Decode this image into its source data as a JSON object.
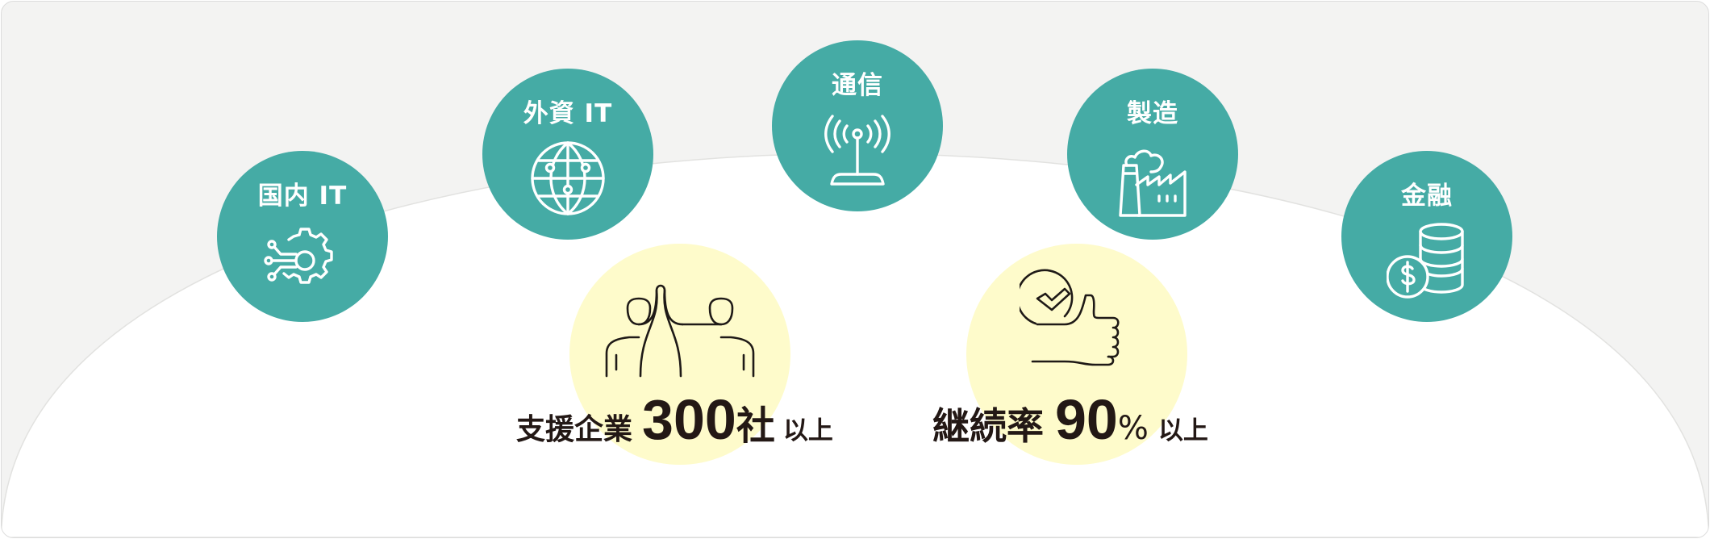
{
  "colors": {
    "background": "#f3f3f2",
    "arc": "#ffffff",
    "teal": "#45aba5",
    "yellow": "#fefbcb",
    "text_dark": "#231815",
    "border": "#dcdcdc"
  },
  "industries": [
    {
      "label": "国内 IT",
      "icon": "gear-circuit-icon"
    },
    {
      "label": "外資 IT",
      "icon": "globe-network-icon"
    },
    {
      "label": "通信",
      "icon": "antenna-signal-icon"
    },
    {
      "label": "製造",
      "icon": "factory-icon"
    },
    {
      "label": "金融",
      "icon": "coins-dollar-icon"
    }
  ],
  "stats": [
    {
      "prefix": "支援企業",
      "number": "300",
      "unit": "社",
      "suffix": "以上",
      "icon": "high-five-icon"
    },
    {
      "prefix": "継続率",
      "number": "90",
      "unit": "%",
      "suffix": "以上",
      "icon": "thumbs-up-check-icon"
    }
  ]
}
